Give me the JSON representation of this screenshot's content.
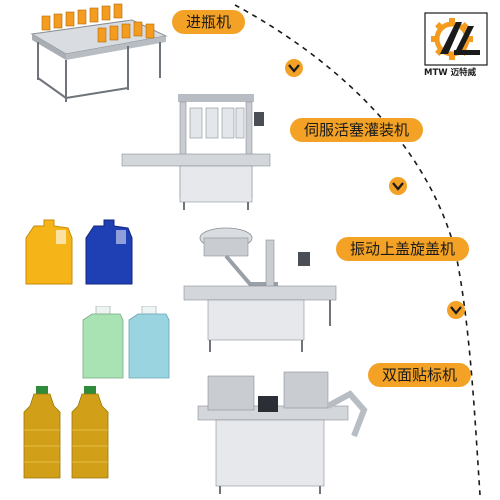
{
  "brand": {
    "name": "MTW",
    "chinese": "迈特威",
    "accent": "#f39c1f",
    "dark": "#1a1a1a"
  },
  "steps": [
    {
      "label": "进瓶机"
    },
    {
      "label": "伺服活塞灌装机"
    },
    {
      "label": "振动上盖旋盖机"
    },
    {
      "label": "双面贴标机"
    }
  ],
  "colors": {
    "label_bg": "#f3a225",
    "arrow": "#f3a225",
    "path": "#1a1a1a",
    "steel": "#c9ccd1"
  },
  "icons": [
    "chevron-down-icon",
    "gear-logo-icon"
  ],
  "products": [
    {
      "type": "jerry-can",
      "color": "#f5b417"
    },
    {
      "type": "jerry-can",
      "color": "#1f3fb5"
    },
    {
      "type": "square-jug",
      "color": "#a9e3b4"
    },
    {
      "type": "square-jug",
      "color": "#9ad4e0"
    },
    {
      "type": "oil-bottle",
      "color": "#d2a018"
    },
    {
      "type": "oil-bottle",
      "color": "#d2a018"
    }
  ]
}
